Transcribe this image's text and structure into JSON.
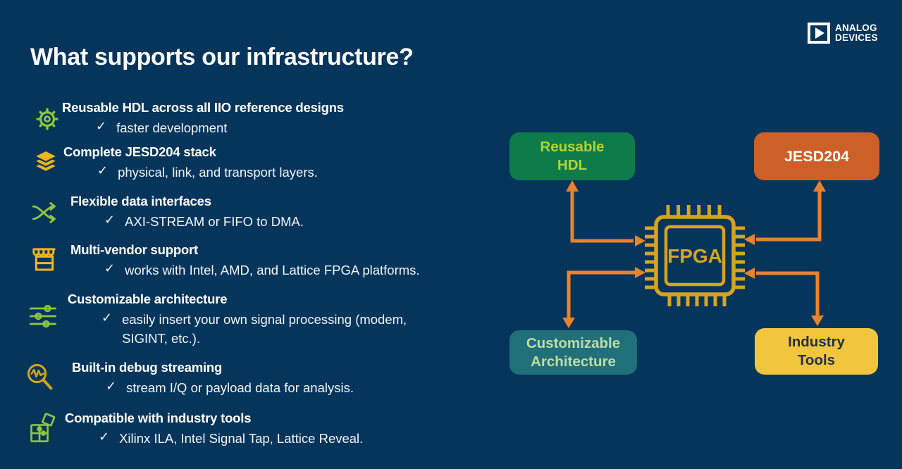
{
  "title": "What supports our infrastructure?",
  "logo": {
    "line1": "ANALOG",
    "line2": "DEVICES"
  },
  "glyphs": {
    "check": "✓"
  },
  "features": [
    {
      "icon": "gear-icon",
      "title": "Reusable HDL across all IIO reference designs",
      "detail": "faster development"
    },
    {
      "icon": "layers-icon",
      "title": "Complete JESD204 stack",
      "detail": "physical, link, and transport layers."
    },
    {
      "icon": "shuffle-icon",
      "title": "Flexible data interfaces",
      "detail": "AXI-STREAM or FIFO to DMA."
    },
    {
      "icon": "storefront-icon",
      "title": "Multi-vendor support",
      "detail": "works with Intel, AMD, and Lattice FPGA platforms."
    },
    {
      "icon": "sliders-icon",
      "title": "Customizable architecture",
      "detail": "easily insert your own signal processing (modem,\nSIGINT, etc.)."
    },
    {
      "icon": "debug-magnifier-icon",
      "title": "Built-in debug streaming",
      "detail": "stream I/Q or payload data for analysis."
    },
    {
      "icon": "puzzle-icon",
      "title": "Compatible with industry tools",
      "detail": "Xilinx ILA, Intel Signal Tap, Lattice Reveal."
    }
  ],
  "diagram": {
    "center_label": "FPGA",
    "nodes": [
      {
        "id": "reusable-hdl",
        "lines": [
          "Reusable",
          "HDL"
        ],
        "fill": "#0e7c4a",
        "text_color": "#b3d334"
      },
      {
        "id": "jesd204",
        "lines": [
          "JESD204"
        ],
        "fill": "#cd5f28",
        "text_color": "#ffffff"
      },
      {
        "id": "customizable-architecture",
        "lines": [
          "Customizable",
          "Architecture"
        ],
        "fill": "#20707a",
        "text_color": "#c0dba6"
      },
      {
        "id": "industry-tools",
        "lines": [
          "Industry",
          "Tools"
        ],
        "fill": "#f2c53e",
        "text_color": "#232f42"
      }
    ]
  },
  "colors": {
    "background": "#06355c",
    "arrow_orange": "#e8832d",
    "chip_gold": "#d6a41f",
    "icon_green": "#8dc63f",
    "icon_gold": "#f0b41c",
    "title_text": "#ffffff"
  }
}
